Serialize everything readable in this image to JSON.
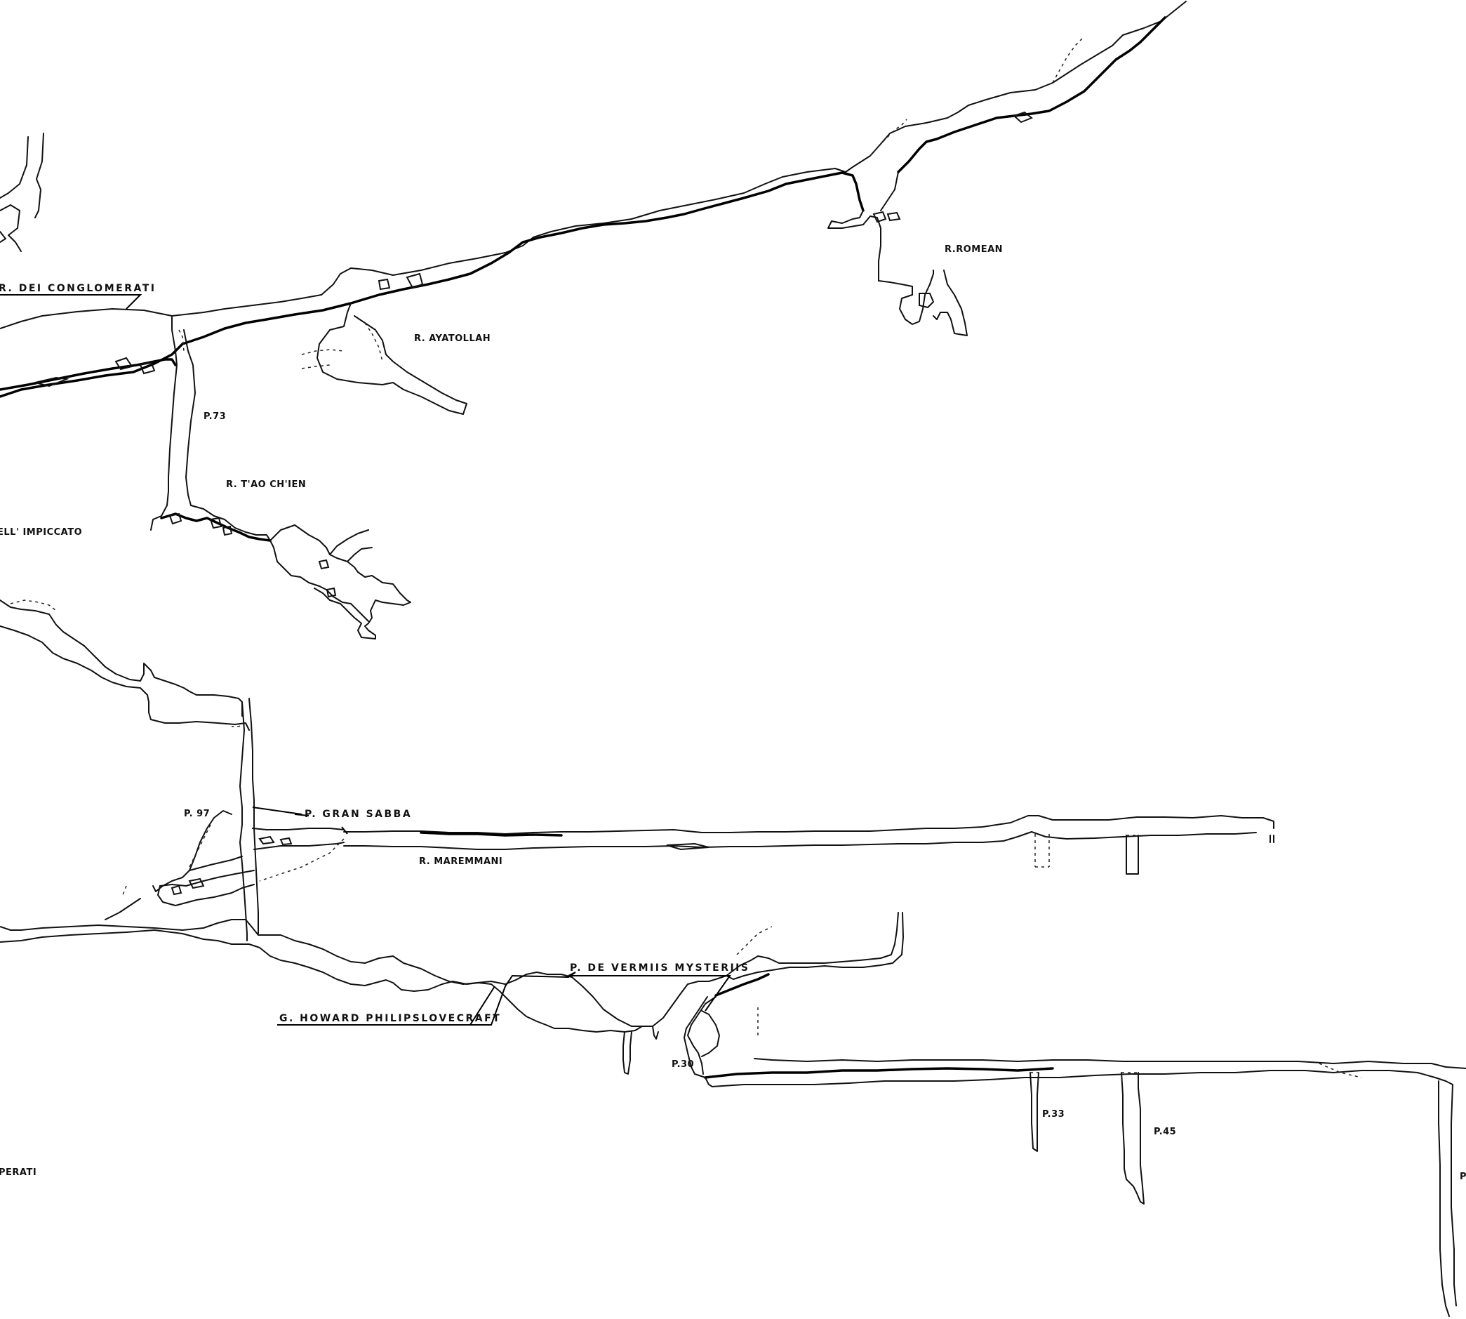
{
  "labels": {
    "conglomerati": "R. DEI CONGLOMERATI",
    "ayatollah": "R. AYATOLLAH",
    "romean": "R.ROMEAN",
    "p73": "P.73",
    "tao_chien": "R. T'AO CH'IEN",
    "impiccato": "ELL' IMPICCATO",
    "p97": "P. 97",
    "gran_sabba": "P. GRAN SABBA",
    "maremmani": "R. MAREMMANI",
    "vermiis": "P. DE VERMIIS MYSTERIIS",
    "lovecraft": "G. HOWARD PHILIPSLOVECRAFT",
    "p30": "P.30",
    "p33": "P.33",
    "p45": "P.45",
    "perati": "PERATI",
    "p_edge": "P"
  }
}
